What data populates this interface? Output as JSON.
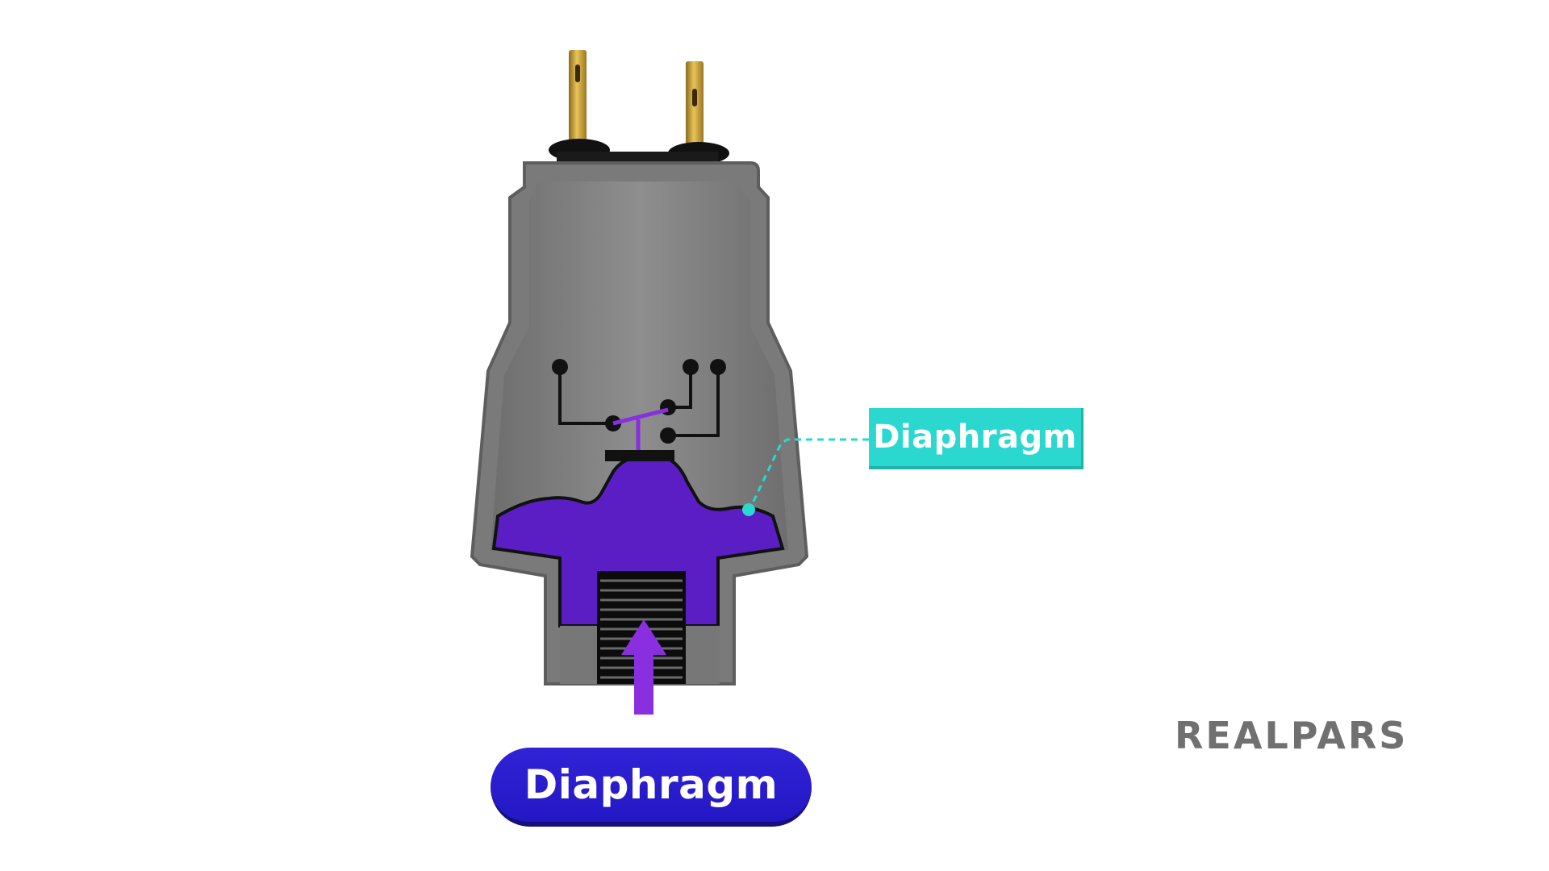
{
  "callout": {
    "label": "Diaphragm"
  },
  "pill": {
    "label": "Diaphragm"
  },
  "brand": {
    "name": "REALPARS"
  },
  "colors": {
    "background": "#ffffff",
    "housing_outer": "#7a7a7a",
    "housing_inner": "#878787",
    "diaphragm": "#5a1ec4",
    "callout": "#2ad8d0",
    "pill": "#2a1ccf",
    "arrow": "#8a2fe0",
    "terminal": "#c9a23a",
    "logo": "#707070"
  }
}
